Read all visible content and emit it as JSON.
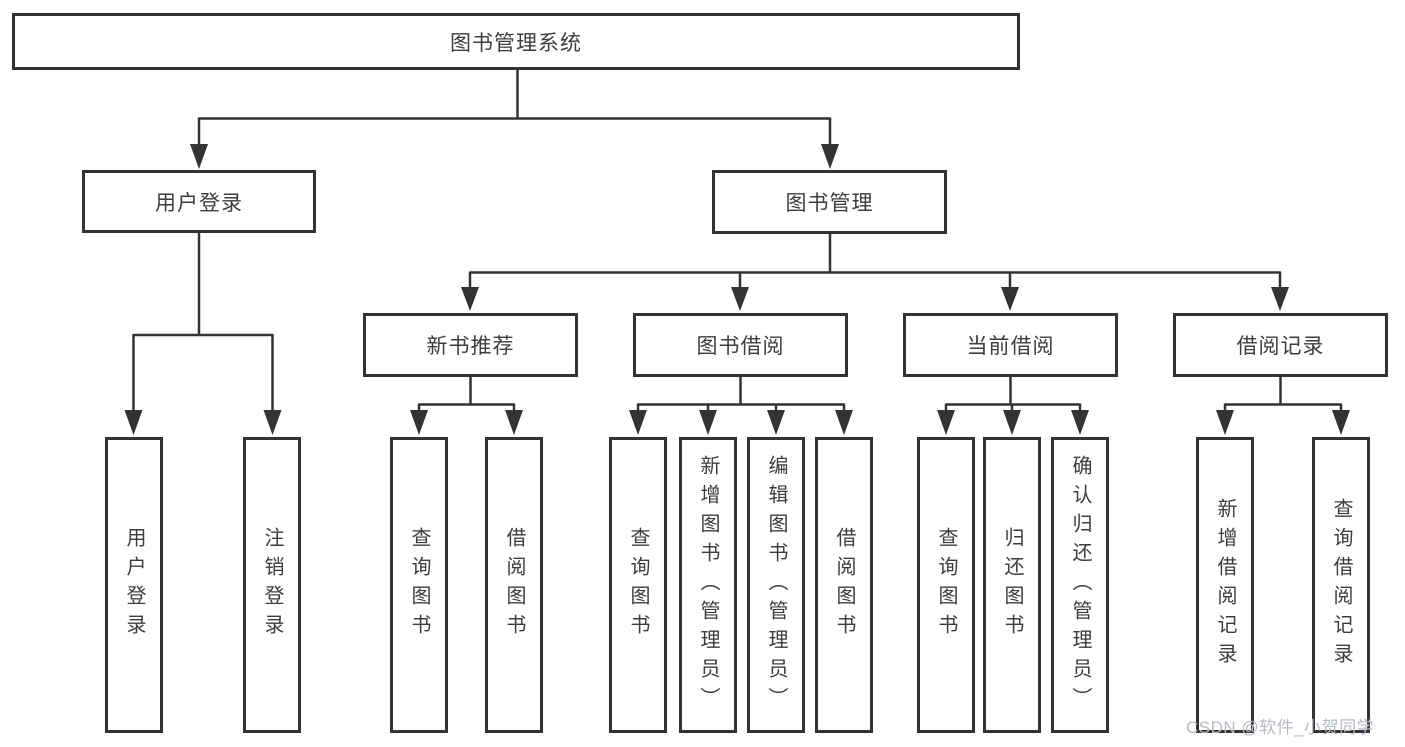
{
  "diagram": {
    "root": {
      "label": "图书管理系统"
    },
    "branches": [
      {
        "label": "用户登录",
        "leaves": [
          {
            "label": "用户登录"
          },
          {
            "label": "注销登录"
          }
        ]
      },
      {
        "label": "图书管理",
        "modules": [
          {
            "label": "新书推荐",
            "leaves": [
              {
                "label": "查询图书"
              },
              {
                "label": "借阅图书"
              }
            ]
          },
          {
            "label": "图书借阅",
            "leaves": [
              {
                "label": "查询图书"
              },
              {
                "label": "新增图书（管理员）"
              },
              {
                "label": "编辑图书（管理员）"
              },
              {
                "label": "借阅图书"
              }
            ]
          },
          {
            "label": "当前借阅",
            "leaves": [
              {
                "label": "查询图书"
              },
              {
                "label": "归还图书"
              },
              {
                "label": "确认归还（管理员）"
              }
            ]
          },
          {
            "label": "借阅记录",
            "leaves": [
              {
                "label": "新增借阅记录"
              },
              {
                "label": "查询借阅记录"
              }
            ]
          }
        ]
      }
    ]
  },
  "watermark": {
    "text": "CSDN @软件_小贺同学"
  },
  "colors": {
    "line": "#333333",
    "box_border": "#333333",
    "text": "#3d3d3d",
    "background": "#ffffff",
    "watermark": "#b6bac3"
  }
}
